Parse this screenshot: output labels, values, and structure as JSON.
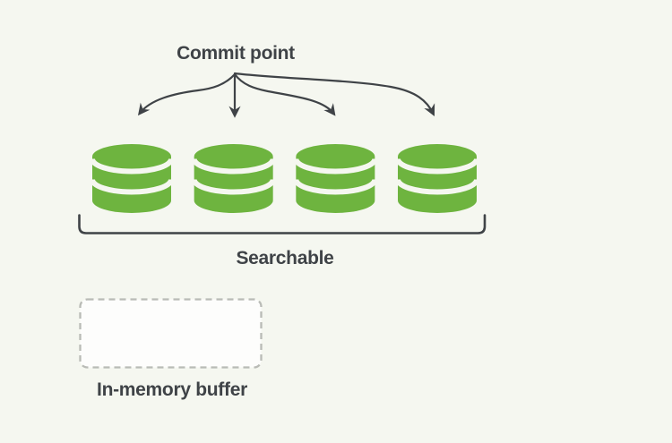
{
  "diagram": {
    "commit_point_label": "Commit point",
    "searchable_label": "Searchable",
    "in_memory_buffer_label": "In-memory buffer",
    "segment_count": 4,
    "colors": {
      "background": "#f5f7f0",
      "segment_green": "#6eb43f",
      "line_dark": "#3f4347",
      "buffer_fill": "#fdfdfc",
      "buffer_border": "#b9bbb6"
    }
  }
}
